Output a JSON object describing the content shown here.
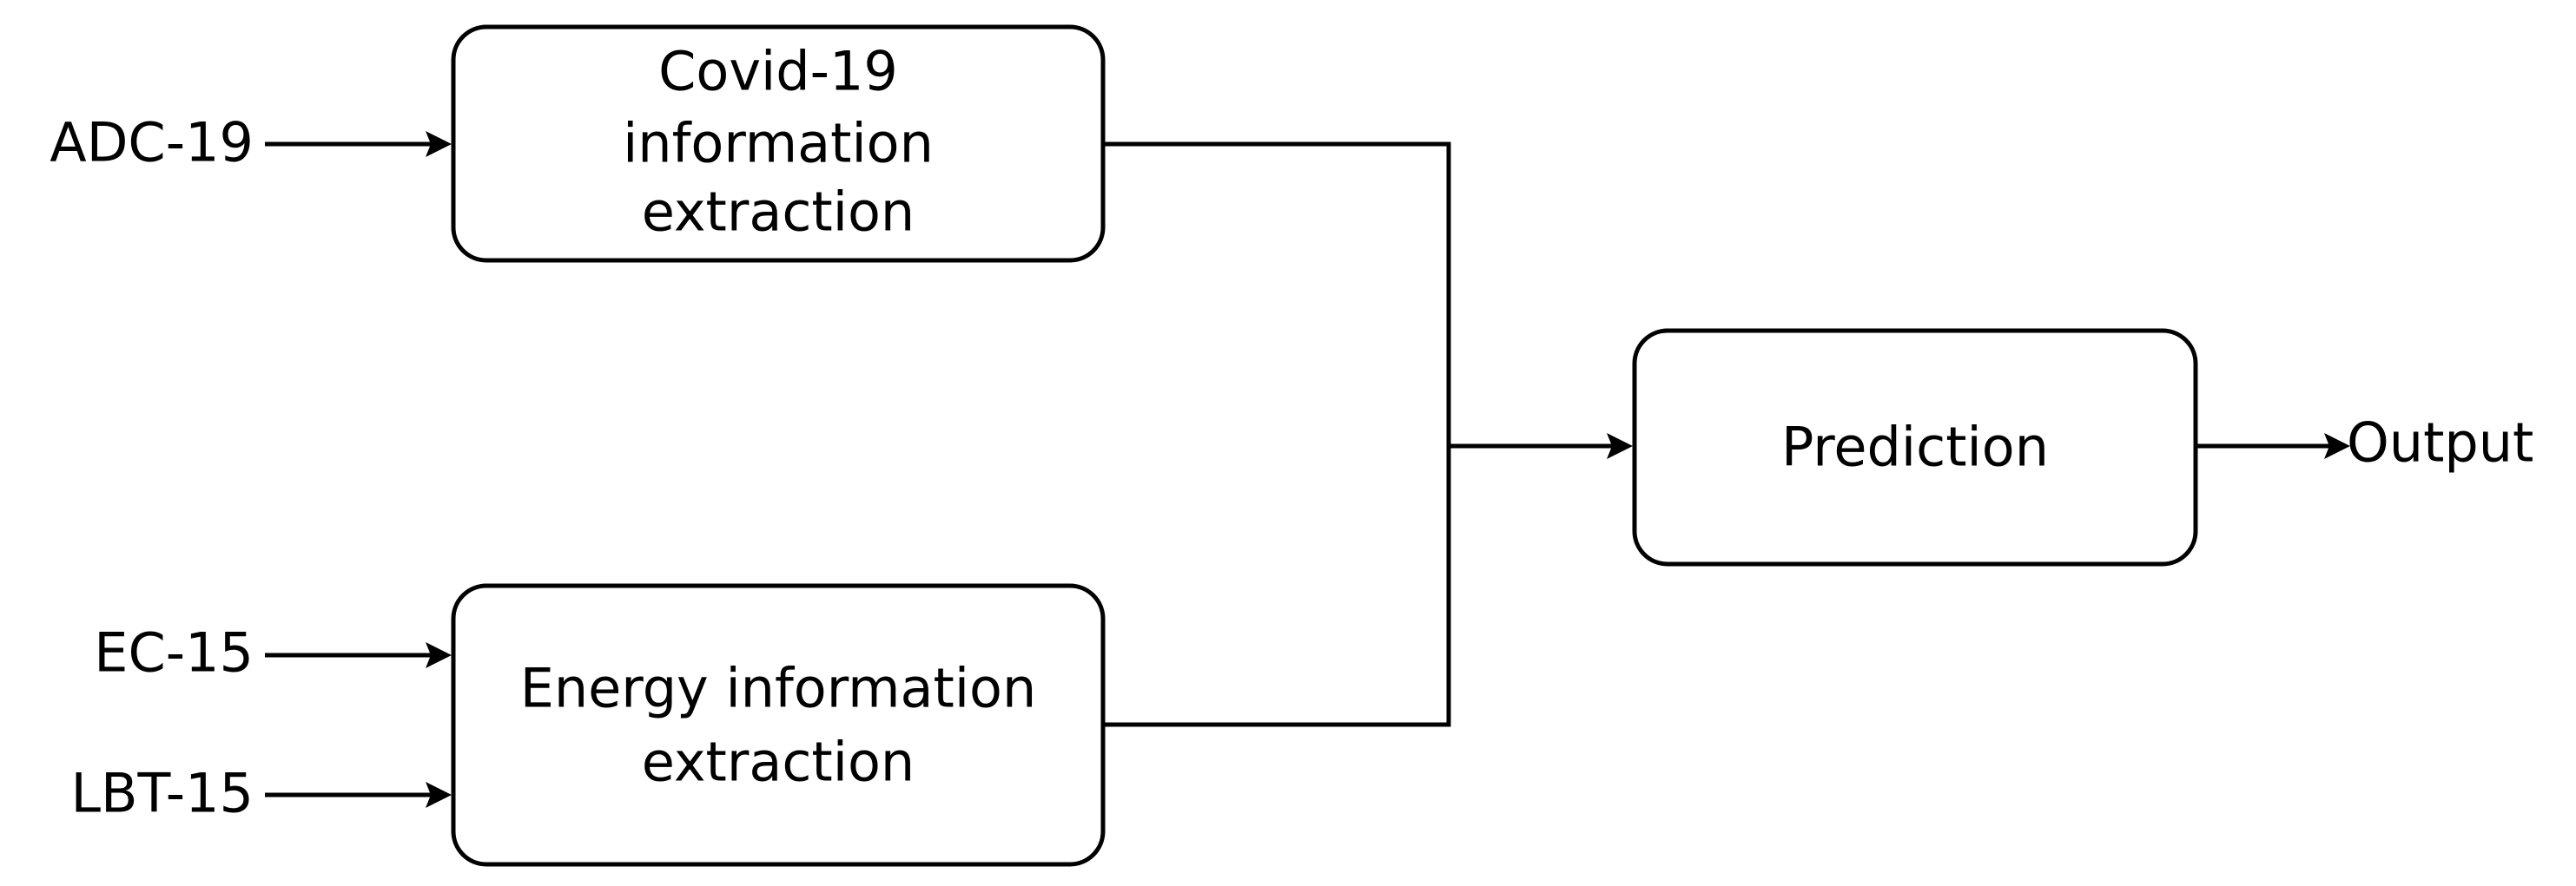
{
  "inputs": {
    "adc": "ADC-19",
    "ec": "EC-15",
    "lbt": "LBT-15"
  },
  "nodes": {
    "covid": {
      "line1": "Covid-19",
      "line2": "information",
      "line3": "extraction"
    },
    "energy": {
      "line1": "Energy information",
      "line2": "extraction"
    },
    "prediction": {
      "label": "Prediction"
    }
  },
  "output": {
    "label": "Output"
  },
  "colors": {
    "stroke": "#000000",
    "background": "#ffffff"
  }
}
